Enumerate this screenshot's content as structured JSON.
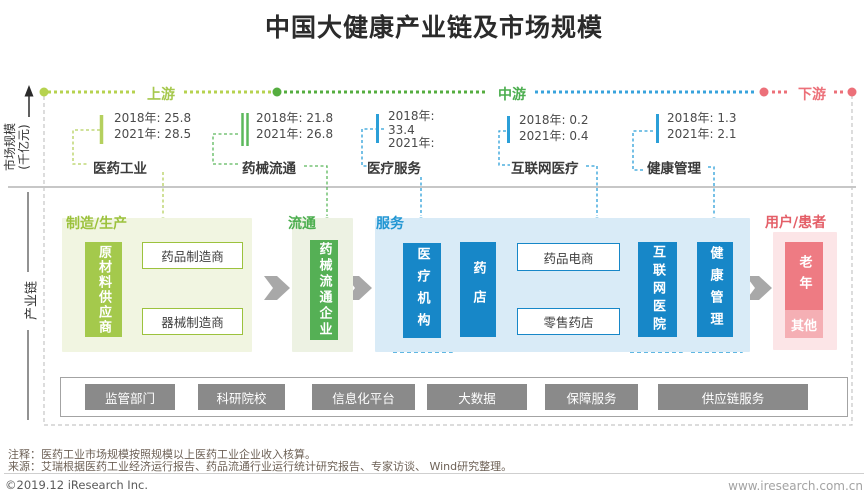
{
  "title": "中国大健康产业链及市场规模",
  "axis": {
    "market_scale": "市场规模",
    "market_scale_unit": "(千亿元)",
    "industry_chain": "产业链"
  },
  "flow": {
    "upstream": "上游",
    "midstream": "中游",
    "downstream": "下游"
  },
  "stats": [
    {
      "label": "医药工业",
      "rows": [
        "2018年: 25.8",
        "2021年: 28.5"
      ]
    },
    {
      "label": "药械流通",
      "rows": [
        "2018年: 21.8",
        "2021年: 26.8"
      ]
    },
    {
      "label": "医疗服务",
      "rows": [
        "2018年:",
        "33.4",
        "2021年:"
      ]
    },
    {
      "label": "互联网医疗",
      "rows": [
        "2018年: 0.2",
        "2021年: 0.4"
      ]
    },
    {
      "label": "健康管理",
      "rows": [
        "2018年: 1.3",
        "2021年: 2.1"
      ]
    }
  ],
  "sections": {
    "manufacturing": {
      "label": "制造/生产",
      "supplier": "原材料供应商",
      "drug_manufacturer": "药品制造商",
      "device_manufacturer": "器械制造商"
    },
    "circulation": {
      "label": "流通",
      "company": "药械流通企业"
    },
    "service": {
      "label": "服务",
      "medical_institution": "医疗机构",
      "pharmacy": "药店",
      "drug_ecommerce": "药品电商",
      "retail_pharmacy": "零售药店",
      "internet_hospital": "互联网医院",
      "health_management": "健康管理"
    },
    "users": {
      "label": "用户/患者",
      "elderly": "老年",
      "other": "其他"
    }
  },
  "support": [
    "监管部门",
    "科研院校",
    "信息化平台",
    "大数据",
    "保障服务",
    "供应链服务"
  ],
  "footer": {
    "note": "注释：医药工业市场规模按照规模以上医药工业企业收入核算。",
    "source": "来源：艾瑞根据医药工业经济运行报告、药品流通行业运行统计研究报告、专家访谈、 Wind研究整理。",
    "copyright": "©2019.12 iResearch Inc.",
    "website": "www.iresearch.com.cn"
  },
  "colors": {
    "light_green": "#b6d24f",
    "green": "#4cae4f",
    "box_blue": "#1787c8",
    "line_blue": "#2b9fd8",
    "pink": "#ec7079",
    "support_gray": "#8a8a8a"
  }
}
